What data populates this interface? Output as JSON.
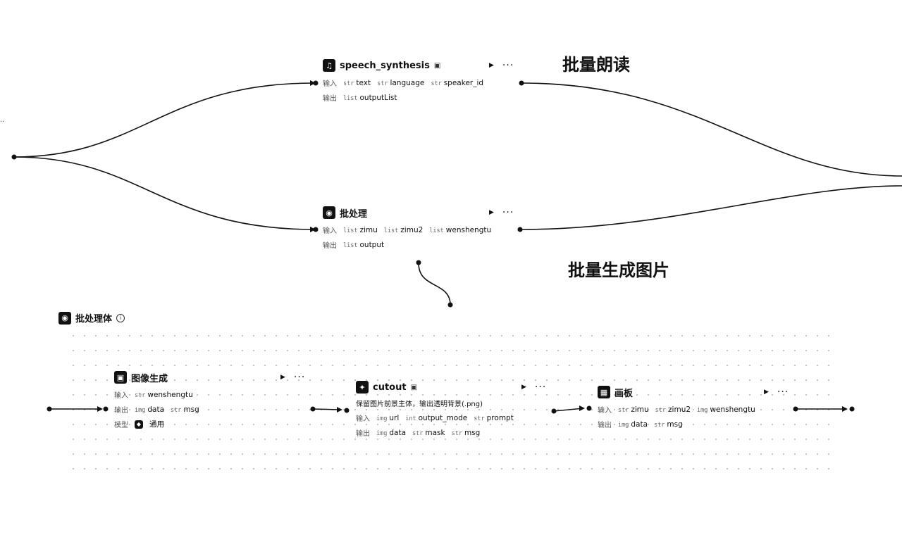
{
  "labels": {
    "input": "输入",
    "output": "输出",
    "model": "模型"
  },
  "nodes": {
    "speech": {
      "title": "speech_synthesis",
      "icon": "audio-node-icon",
      "inputs": [
        {
          "type": "str",
          "name": "text"
        },
        {
          "type": "str",
          "name": "language"
        },
        {
          "type": "str",
          "name": "speaker_id"
        }
      ],
      "outputs": [
        {
          "type": "list",
          "name": "outputList"
        }
      ]
    },
    "batch": {
      "title": "批处理",
      "icon": "batch-node-icon",
      "inputs": [
        {
          "type": "list",
          "name": "zimu"
        },
        {
          "type": "list",
          "name": "zimu2"
        },
        {
          "type": "list",
          "name": "wenshengtu"
        }
      ],
      "outputs": [
        {
          "type": "list",
          "name": "output"
        }
      ]
    },
    "image_gen": {
      "title": "图像生成",
      "icon": "image-node-icon",
      "inputs": [
        {
          "type": "str",
          "name": "wenshengtu"
        }
      ],
      "outputs": [
        {
          "type": "img",
          "name": "data"
        },
        {
          "type": "str",
          "name": "msg"
        }
      ],
      "model": "通用"
    },
    "cutout": {
      "title": "cutout",
      "icon": "cutout-node-icon",
      "description": "保留图片前景主体，输出透明背景(.png)",
      "inputs": [
        {
          "type": "img",
          "name": "url"
        },
        {
          "type": "int",
          "name": "output_mode"
        },
        {
          "type": "str",
          "name": "prompt"
        }
      ],
      "outputs": [
        {
          "type": "img",
          "name": "data"
        },
        {
          "type": "str",
          "name": "mask"
        },
        {
          "type": "str",
          "name": "msg"
        }
      ]
    },
    "canvas": {
      "title": "画板",
      "icon": "canvas-node-icon",
      "inputs": [
        {
          "type": "str",
          "name": "zimu"
        },
        {
          "type": "str",
          "name": "zimu2"
        },
        {
          "type": "img",
          "name": "wenshengtu"
        }
      ],
      "outputs": [
        {
          "type": "img",
          "name": "data"
        },
        {
          "type": "str",
          "name": "msg"
        }
      ]
    }
  },
  "group": {
    "title": "批处理体"
  },
  "annotations": {
    "batch_read": "批量朗读",
    "batch_images": "批量生成图片"
  },
  "controls": {
    "run_icon": "play-icon",
    "more": "···"
  },
  "colors": {
    "ink": "#111111",
    "background": "#ffffff"
  }
}
